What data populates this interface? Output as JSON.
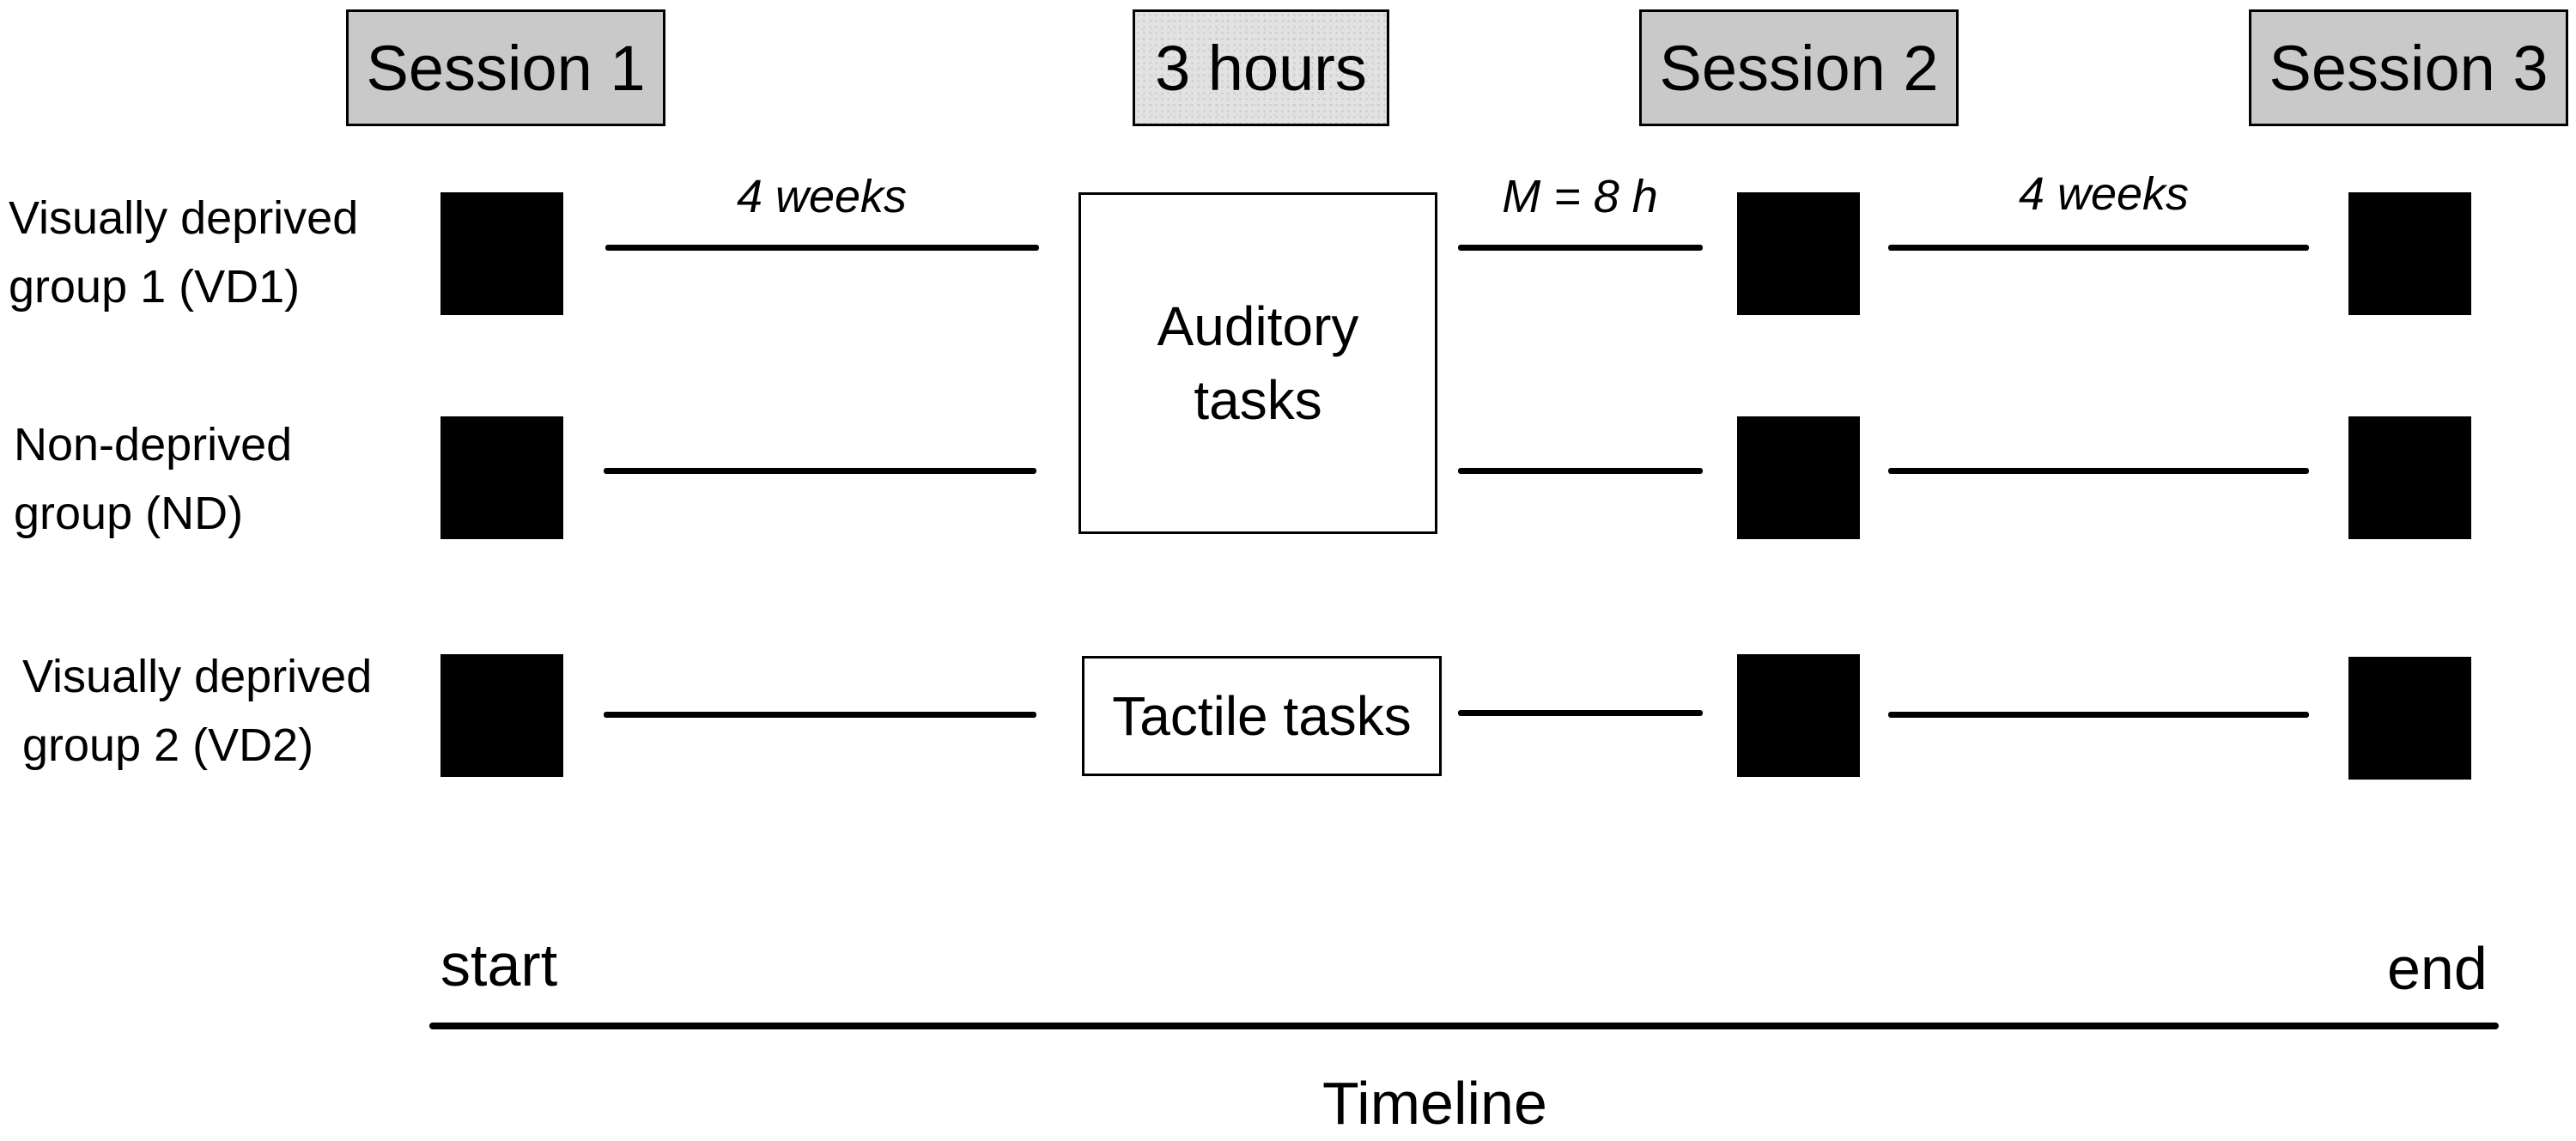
{
  "headers": {
    "session1": "Session 1",
    "hours": "3 hours",
    "session2": "Session 2",
    "session3": "Session 3"
  },
  "groups": {
    "vd1": {
      "line1": "Visually deprived",
      "line2": "group 1 (VD1)"
    },
    "nd": {
      "line1": "Non-deprived",
      "line2": "group (ND)"
    },
    "vd2": {
      "line1": "Visually deprived",
      "line2": "group 2 (VD2)"
    }
  },
  "intervals": {
    "first": "4 weeks",
    "middle": "M = 8 h",
    "last": "4 weeks"
  },
  "tasks": {
    "auditory": {
      "line1": "Auditory",
      "line2": "tasks"
    },
    "tactile": "Tactile tasks"
  },
  "timeline": {
    "start": "start",
    "end": "end",
    "title": "Timeline"
  },
  "colors": {
    "session_fill": "#c9c9c9",
    "block_fill": "#000000",
    "line_color": "#000000"
  }
}
